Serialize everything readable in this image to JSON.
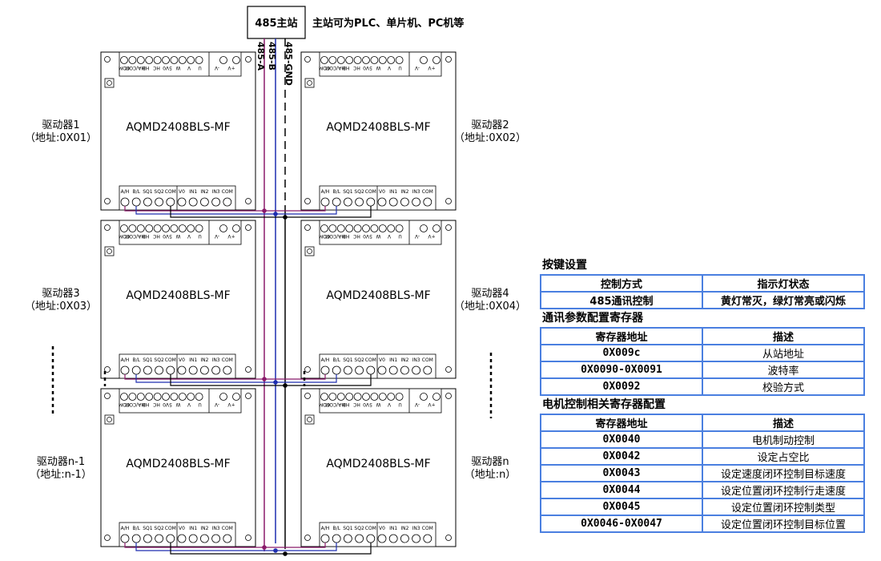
{
  "master": {
    "label": "485主站",
    "note": "主站可为PLC、单片机、PC机等"
  },
  "bus_labels": {
    "a": "485-A",
    "b": "485-B",
    "gnd": "485-GND"
  },
  "colors": {
    "wire_a": "#8b1a6b",
    "wire_b": "#1f2fb0",
    "wire_gnd": "#000000",
    "table_border": "#4a7fe0"
  },
  "drivers": [
    {
      "id": "d1",
      "name": "驱动器1",
      "address": "（地址:0X01）",
      "model": "AQMD2408BLS-MF"
    },
    {
      "id": "d2",
      "name": "驱动器2",
      "address": "（地址:0X02）",
      "model": "AQMD2408BLS-MF"
    },
    {
      "id": "d3",
      "name": "驱动器3",
      "address": "（地址:0X03）",
      "model": "AQMD2408BLS-MF"
    },
    {
      "id": "d4",
      "name": "驱动器4",
      "address": "（地址:0X04）",
      "model": "AQMD2408BLS-MF"
    },
    {
      "id": "dn1",
      "name": "驱动器n-1",
      "address": "（地址:n-1）",
      "model": "AQMD2408BLS-MF"
    },
    {
      "id": "dn",
      "name": "驱动器n",
      "address": "（地址:n）",
      "model": "AQMD2408BLS-MF"
    }
  ],
  "top_pins": [
    "COM",
    "HA/COM",
    "HB",
    "HC",
    "5V0",
    "W",
    "V",
    "U",
    "-V",
    "+V"
  ],
  "bottom_pins": [
    "A/H",
    "B/L",
    "SQ1",
    "SQ2",
    "COM",
    "V0",
    "IN1",
    "IN2",
    "IN3",
    "COM"
  ],
  "tables": {
    "key": {
      "title": "按键设置",
      "headers": [
        "控制方式",
        "指示灯状态"
      ],
      "rows": [
        [
          "485通讯控制",
          "黄灯常灭，绿灯常亮或闪烁"
        ]
      ]
    },
    "comm": {
      "title": "通讯参数配置寄存器",
      "headers": [
        "寄存器地址",
        "描述"
      ],
      "rows": [
        [
          "0X009c",
          "从站地址"
        ],
        [
          "0X0090-0X0091",
          "波特率"
        ],
        [
          "0X0092",
          "校验方式"
        ]
      ]
    },
    "motor": {
      "title": "电机控制相关寄存器配置",
      "headers": [
        "寄存器地址",
        "描述"
      ],
      "rows": [
        [
          "0X0040",
          "电机制动控制"
        ],
        [
          "0X0042",
          "设定占空比"
        ],
        [
          "0X0043",
          "设定速度闭环控制目标速度"
        ],
        [
          "0X0044",
          "设定位置闭环控制行走速度"
        ],
        [
          "0X0045",
          "设定位置闭环控制类型"
        ],
        [
          "0X0046-0X0047",
          "设定位置闭环控制目标位置"
        ]
      ]
    }
  }
}
